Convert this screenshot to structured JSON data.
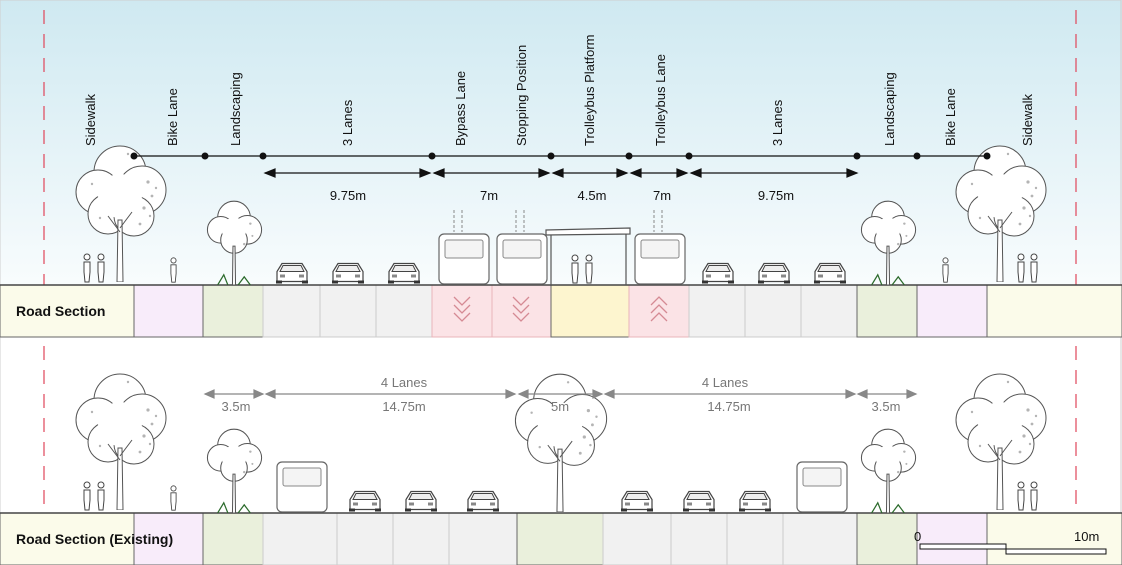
{
  "proposed": {
    "section_label": "Road Section",
    "labels": [
      "Sidewalk",
      "Bike Lane",
      "Landscaping",
      "3 Lanes",
      "Bypass Lane",
      "Stopping Position",
      "Trolleybus Platform",
      "Trolleybus Lane",
      "3 Lanes",
      "Landscaping",
      "Bike Lane",
      "Sidewalk"
    ],
    "dimensions": [
      "9.75m",
      "7m",
      "4.5m",
      "7m",
      "9.75m"
    ]
  },
  "existing": {
    "section_label": "Road Section (Existing)",
    "lanes_left": "4 Lanes",
    "lanes_right": "4 Lanes",
    "dimensions": [
      "3.5m",
      "14.75m",
      "5m",
      "14.75m",
      "3.5m"
    ]
  },
  "scale_bar": {
    "start": "0",
    "end": "10m"
  },
  "colors": {
    "sidewalk": "#fbfbea",
    "bike_lane": "#f8ecfa",
    "landscaping": "#eaf0dc",
    "lane": "#f1f1f1",
    "bus_lane": "#fbe3e6",
    "platform": "#fdf5cf",
    "sky_top": "#cfe9f1",
    "boundary": "#e0455a"
  }
}
